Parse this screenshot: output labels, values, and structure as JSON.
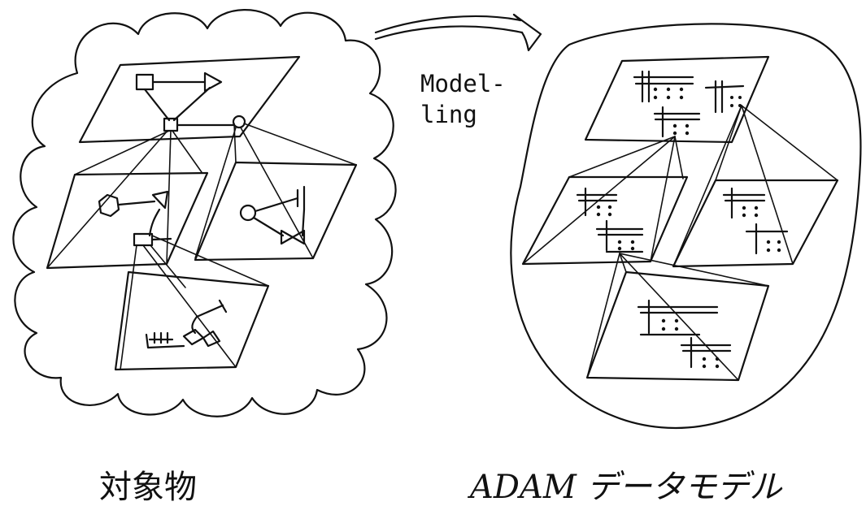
{
  "arrow_label": "Model-\nling",
  "left_caption": "対象物",
  "right_caption": "ADAM データモデル"
}
